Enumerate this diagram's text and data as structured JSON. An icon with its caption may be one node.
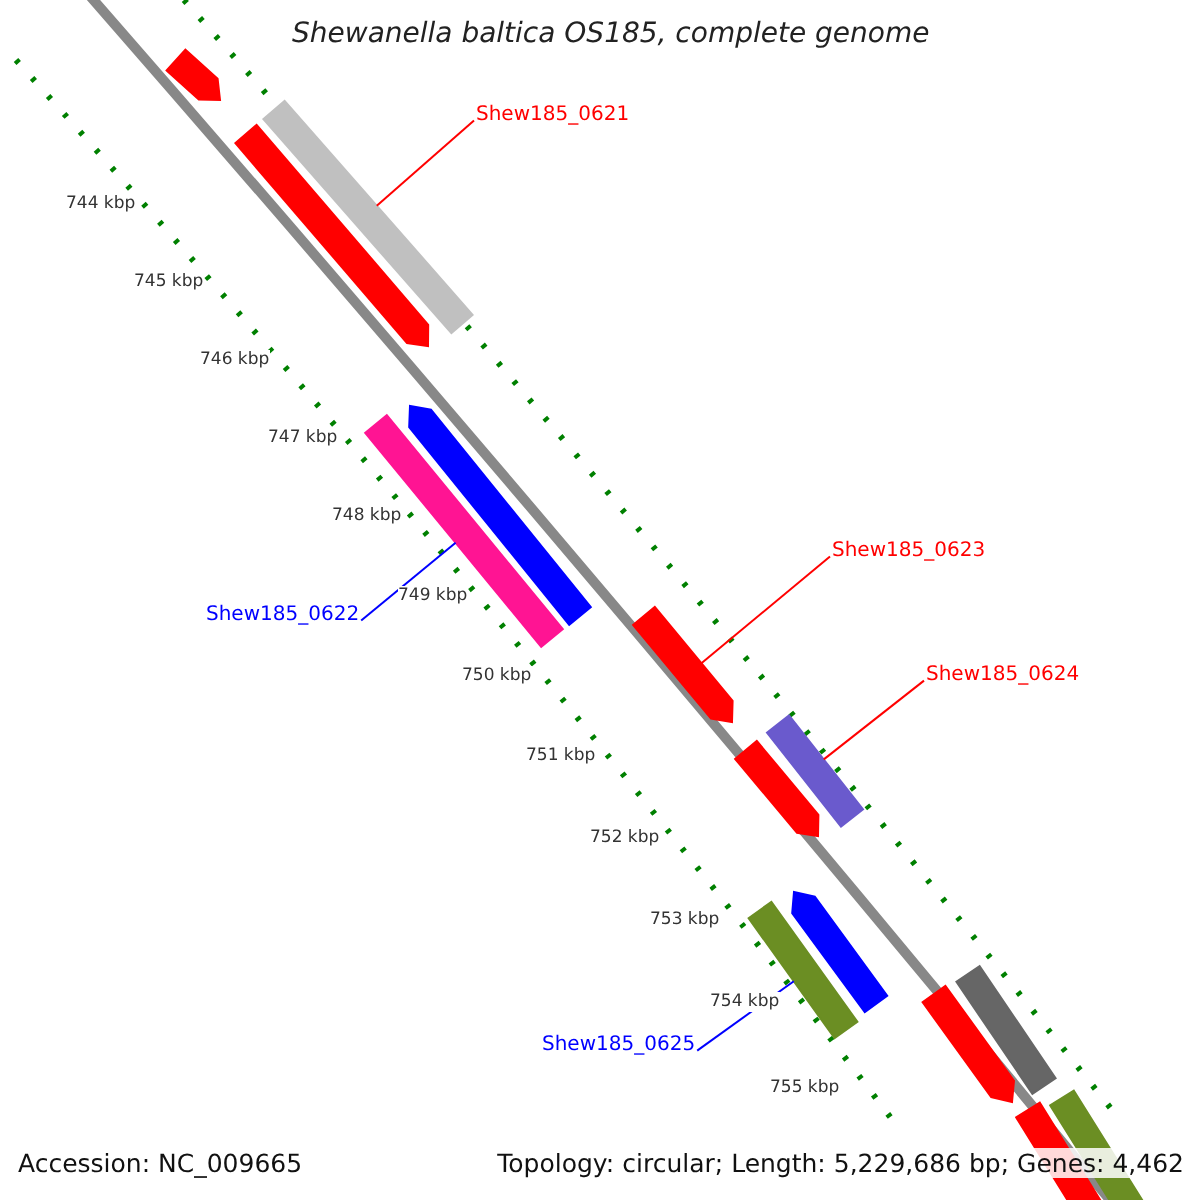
{
  "diagram": {
    "title": "Shewanella baltica OS185, complete genome",
    "nodes": [
      {
        "text": [
          "Shew185_0621"
        ]
      },
      {
        "text": [],
        "shape": "bar"
      },
      {
        "text": [
          "Shew185_0623"
        ]
      },
      {
        "text": [],
        "shape": "arrow"
      },
      {
        "text": [
          "Shew185_0622"
        ]
      },
      {
        "text": [],
        "shape": "bar"
      },
      {
        "text": [
          "Shew185_0624"
        ]
      },
      {
        "text": [],
        "shape": "bar"
      },
      {
        "text": [
          "Shew185_0625"
        ]
      },
      {
        "text": [],
        "shape": "bar"
      },
      {
        "text": [],
        "shape": "arrow"
      },
      {
        "text": [],
        "shape": "arrow"
      },
      {
        "text": [],
        "shape": "arrow"
      },
      {
        "text": [],
        "shape": "arrow"
      },
      {
        "text": [],
        "shape": "arrow"
      },
      {
        "text": [],
        "shape": "arrow"
      },
      {
        "text": [],
        "shape": "bar"
      },
      {
        "text": [],
        "shape": "bar"
      },
      {
        "text": [],
        "shape": "bar"
      }
    ],
    "edges": [
      {
        "from": 0,
        "to": 1,
        "arrow": "none"
      },
      {
        "from": 2,
        "to": 3,
        "arrow": "none"
      },
      {
        "from": 4,
        "to": 5,
        "arrow": "none",
        "color": "#0000ff"
      },
      {
        "from": 6,
        "to": 7,
        "arrow": "none"
      },
      {
        "from": 8,
        "to": 9,
        "arrow": "none",
        "color": "#0000ff"
      }
    ],
    "labels": [
      "744 kbp",
      "745 kbp",
      "746 kbp",
      "747 kbp",
      "748 kbp",
      "749 kbp",
      "750 kbp",
      "751 kbp",
      "752 kbp",
      "753 kbp",
      "754 kbp",
      "755 kbp",
      "Accession: NC_009665",
      "Topology: circular; Length: 5,229,686 bp; Genes: 4,462"
    ]
  }
}
